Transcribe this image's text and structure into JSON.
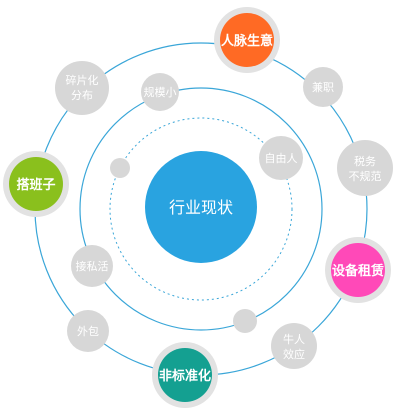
{
  "diagram": {
    "center": {
      "label": "行业现状",
      "color": "#29a3e0"
    },
    "ring_color": "#3aa6d8",
    "major_nodes": [
      {
        "id": "renmai",
        "label": "人脉生意",
        "color": "#ff6a24"
      },
      {
        "id": "dabanzi",
        "label": "搭班子",
        "color": "#8ac01d"
      },
      {
        "id": "shebei",
        "label": "设备租赁",
        "color": "#ff49b8"
      },
      {
        "id": "feibiao",
        "label": "非标准化",
        "color": "#14a091"
      }
    ],
    "minor_nodes": [
      {
        "id": "suipianhua",
        "lines": [
          "碎片化",
          "分布"
        ]
      },
      {
        "id": "guimoxiao",
        "lines": [
          "规模小"
        ]
      },
      {
        "id": "jianzhi",
        "lines": [
          "兼职"
        ]
      },
      {
        "id": "ziyouren",
        "lines": [
          "自由人"
        ]
      },
      {
        "id": "shuiwu",
        "lines": [
          "税务",
          "不规范"
        ]
      },
      {
        "id": "jiesihuo",
        "lines": [
          "接私活"
        ]
      },
      {
        "id": "waibao",
        "lines": [
          "外包"
        ]
      },
      {
        "id": "niuren",
        "lines": [
          "牛人",
          "效应"
        ]
      },
      {
        "id": "dot-a",
        "lines": []
      },
      {
        "id": "dot-b",
        "lines": []
      }
    ],
    "minor_color": "#d7d7d7"
  }
}
